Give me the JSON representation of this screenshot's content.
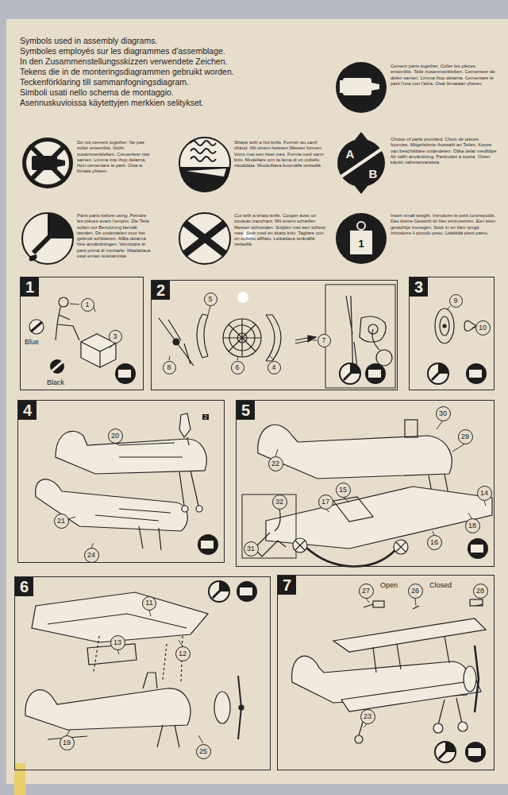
{
  "diagram": {
    "title": "Symbols used in assembly diagrams.",
    "nodes": [
      {
        "text": [
          "1"
        ]
      },
      {
        "text": [
          "2"
        ]
      },
      {
        "text": [
          "3"
        ]
      },
      {
        "text": [
          "4"
        ]
      },
      {
        "text": [
          "5"
        ]
      },
      {
        "text": [
          "6"
        ]
      },
      {
        "text": [
          "7"
        ]
      }
    ],
    "labels": [
      "Symboles employés sur les diagrammes d'assemblage.",
      "In den Zusammenstellungsskizzen verwendete Zeichen.",
      "Tekens die in de monteringsdiagrammen gebruikt worden.",
      "Teckenförklaring till sammanfogningsdiagram.",
      "Simboli usati nello schema de montaggio.",
      "Asennuskuvioissa käytettyjen merkkien selitykset.",
      "A",
      "B",
      "1",
      "1",
      "3",
      "Blue",
      "Black",
      "5",
      "7",
      "8",
      "6",
      "4",
      "9",
      "10",
      "20",
      "2",
      "21",
      "24",
      "30",
      "29",
      "22",
      "15",
      "14",
      "17",
      "18",
      "16",
      "32",
      "31",
      "11",
      "13",
      "12",
      "19",
      "25",
      "27",
      "Open",
      "26",
      "Closed",
      "28",
      "23"
    ],
    "legend": [
      {
        "text": "Cement parts together. Coller les pièces ensemble. Teile zusammenkleben. Cementeer de delen samen. Limma ihop delarna. Cementare le parti l'una con l'altra. Osat liimataan yhteen."
      },
      {
        "text": "Do not cement together. Ne pas coller ensemble. Nicht zusammenkleben. Cementeer niet samen. Limma inte ihop delarna. Non cementare le parti. Osia ei liimata yhteen."
      },
      {
        "text": "Shape with a hot knife. Former au canif chaud. Mit einem heissen Messer formen. Vorm met een heet mes. Forma med varm kniv. Modellare con la lama di un coltello riscaldata. Muotoiltava kuumalla veitsellä."
      },
      {
        "text": "Choice of parts provided. Choix de pièces fournies. Mitgelieferte Auswahl an Teilen. Keuze van beschikbare onderdelen. Olika delar medföljer för valfri användning. Particolari a scelta. Osien käyttö valinnanvaraista."
      },
      {
        "text": "Paint parts before using. Peindre les pièces avant l'emploi. Die Teile sollen vor Benutzung bemalt werden. De onderdelen voor het gebruik schilderen. Måla delarna före användningen. Verniciare le parti prima di montarle. Maalattava osat ennen kokoamista."
      },
      {
        "text": "Cut with a sharp knife. Couper avec un couteau tranchant. Mit einem scharfen Messer schneiden. Snijden met een scherp mes. Skär med en skarp kniv. Tagliare con un coltello affilato. Leikattava terävällä veitsellä."
      },
      {
        "text": "Insert small weight. Introduire le petit contrepoids. Das kleine Gewicht ist hier einzusetzen. Een klein gewichtje invoegen. Stick in en liten tyngd. Introdurre il piccolo peso. Lisätkää pieni paino."
      }
    ]
  }
}
